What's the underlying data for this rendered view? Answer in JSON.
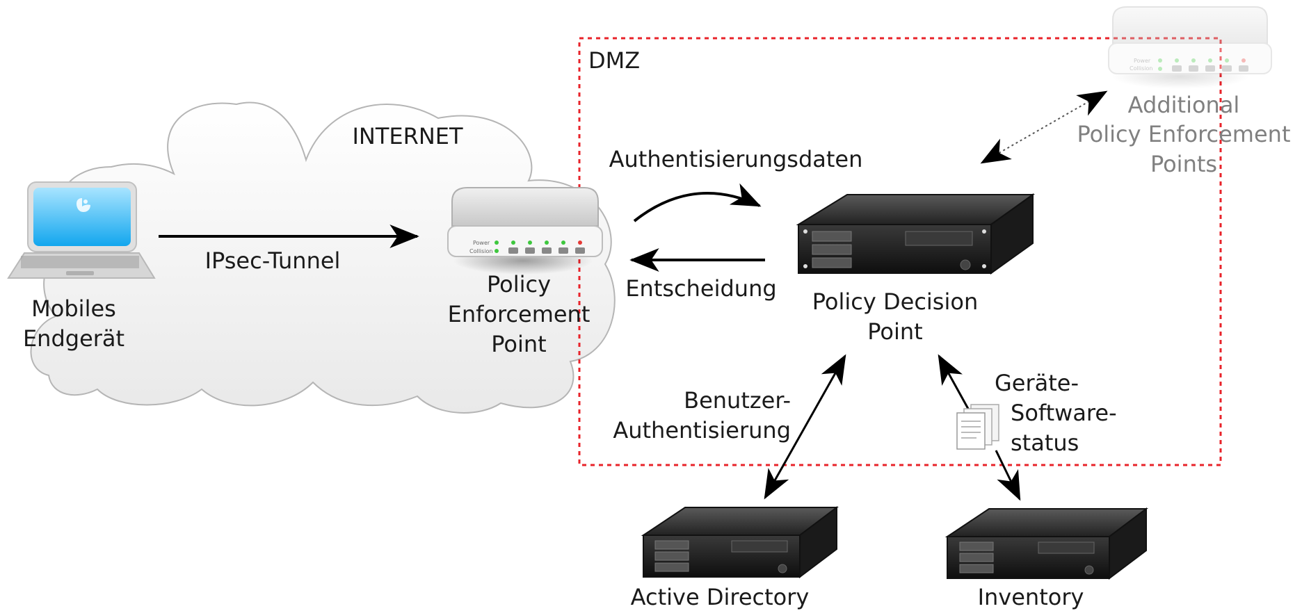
{
  "labels": {
    "dmz": "DMZ",
    "internet": "INTERNET",
    "mobile_line1": "Mobiles",
    "mobile_line2": "Endgerät",
    "ipsec": "IPsec-Tunnel",
    "pep_line1": "Policy",
    "pep_line2": "Enforcement",
    "pep_line3": "Point",
    "auth_data": "Authentisierungsdaten",
    "decision": "Entscheidung",
    "pdp_line1": "Policy Decision",
    "pdp_line2": "Point",
    "additional_line1": "Additional",
    "additional_line2": "Policy Enforcement",
    "additional_line3": "Points",
    "user_auth_line1": "Benutzer-",
    "user_auth_line2": "Authentisierung",
    "device_status_line1": "Geräte-",
    "device_status_line2": "Software-",
    "device_status_line3": "status",
    "active_directory": "Active Directory",
    "inventory": "Inventory"
  },
  "colors": {
    "dmz_border": "#e8232a",
    "text": "#1a1a1a",
    "dim_text": "#808080",
    "screen_blue": "#29b6f6"
  },
  "icons": {
    "laptop": "laptop-icon",
    "router": "router-icon",
    "server": "server-rack-icon",
    "document": "document-stack-icon"
  }
}
